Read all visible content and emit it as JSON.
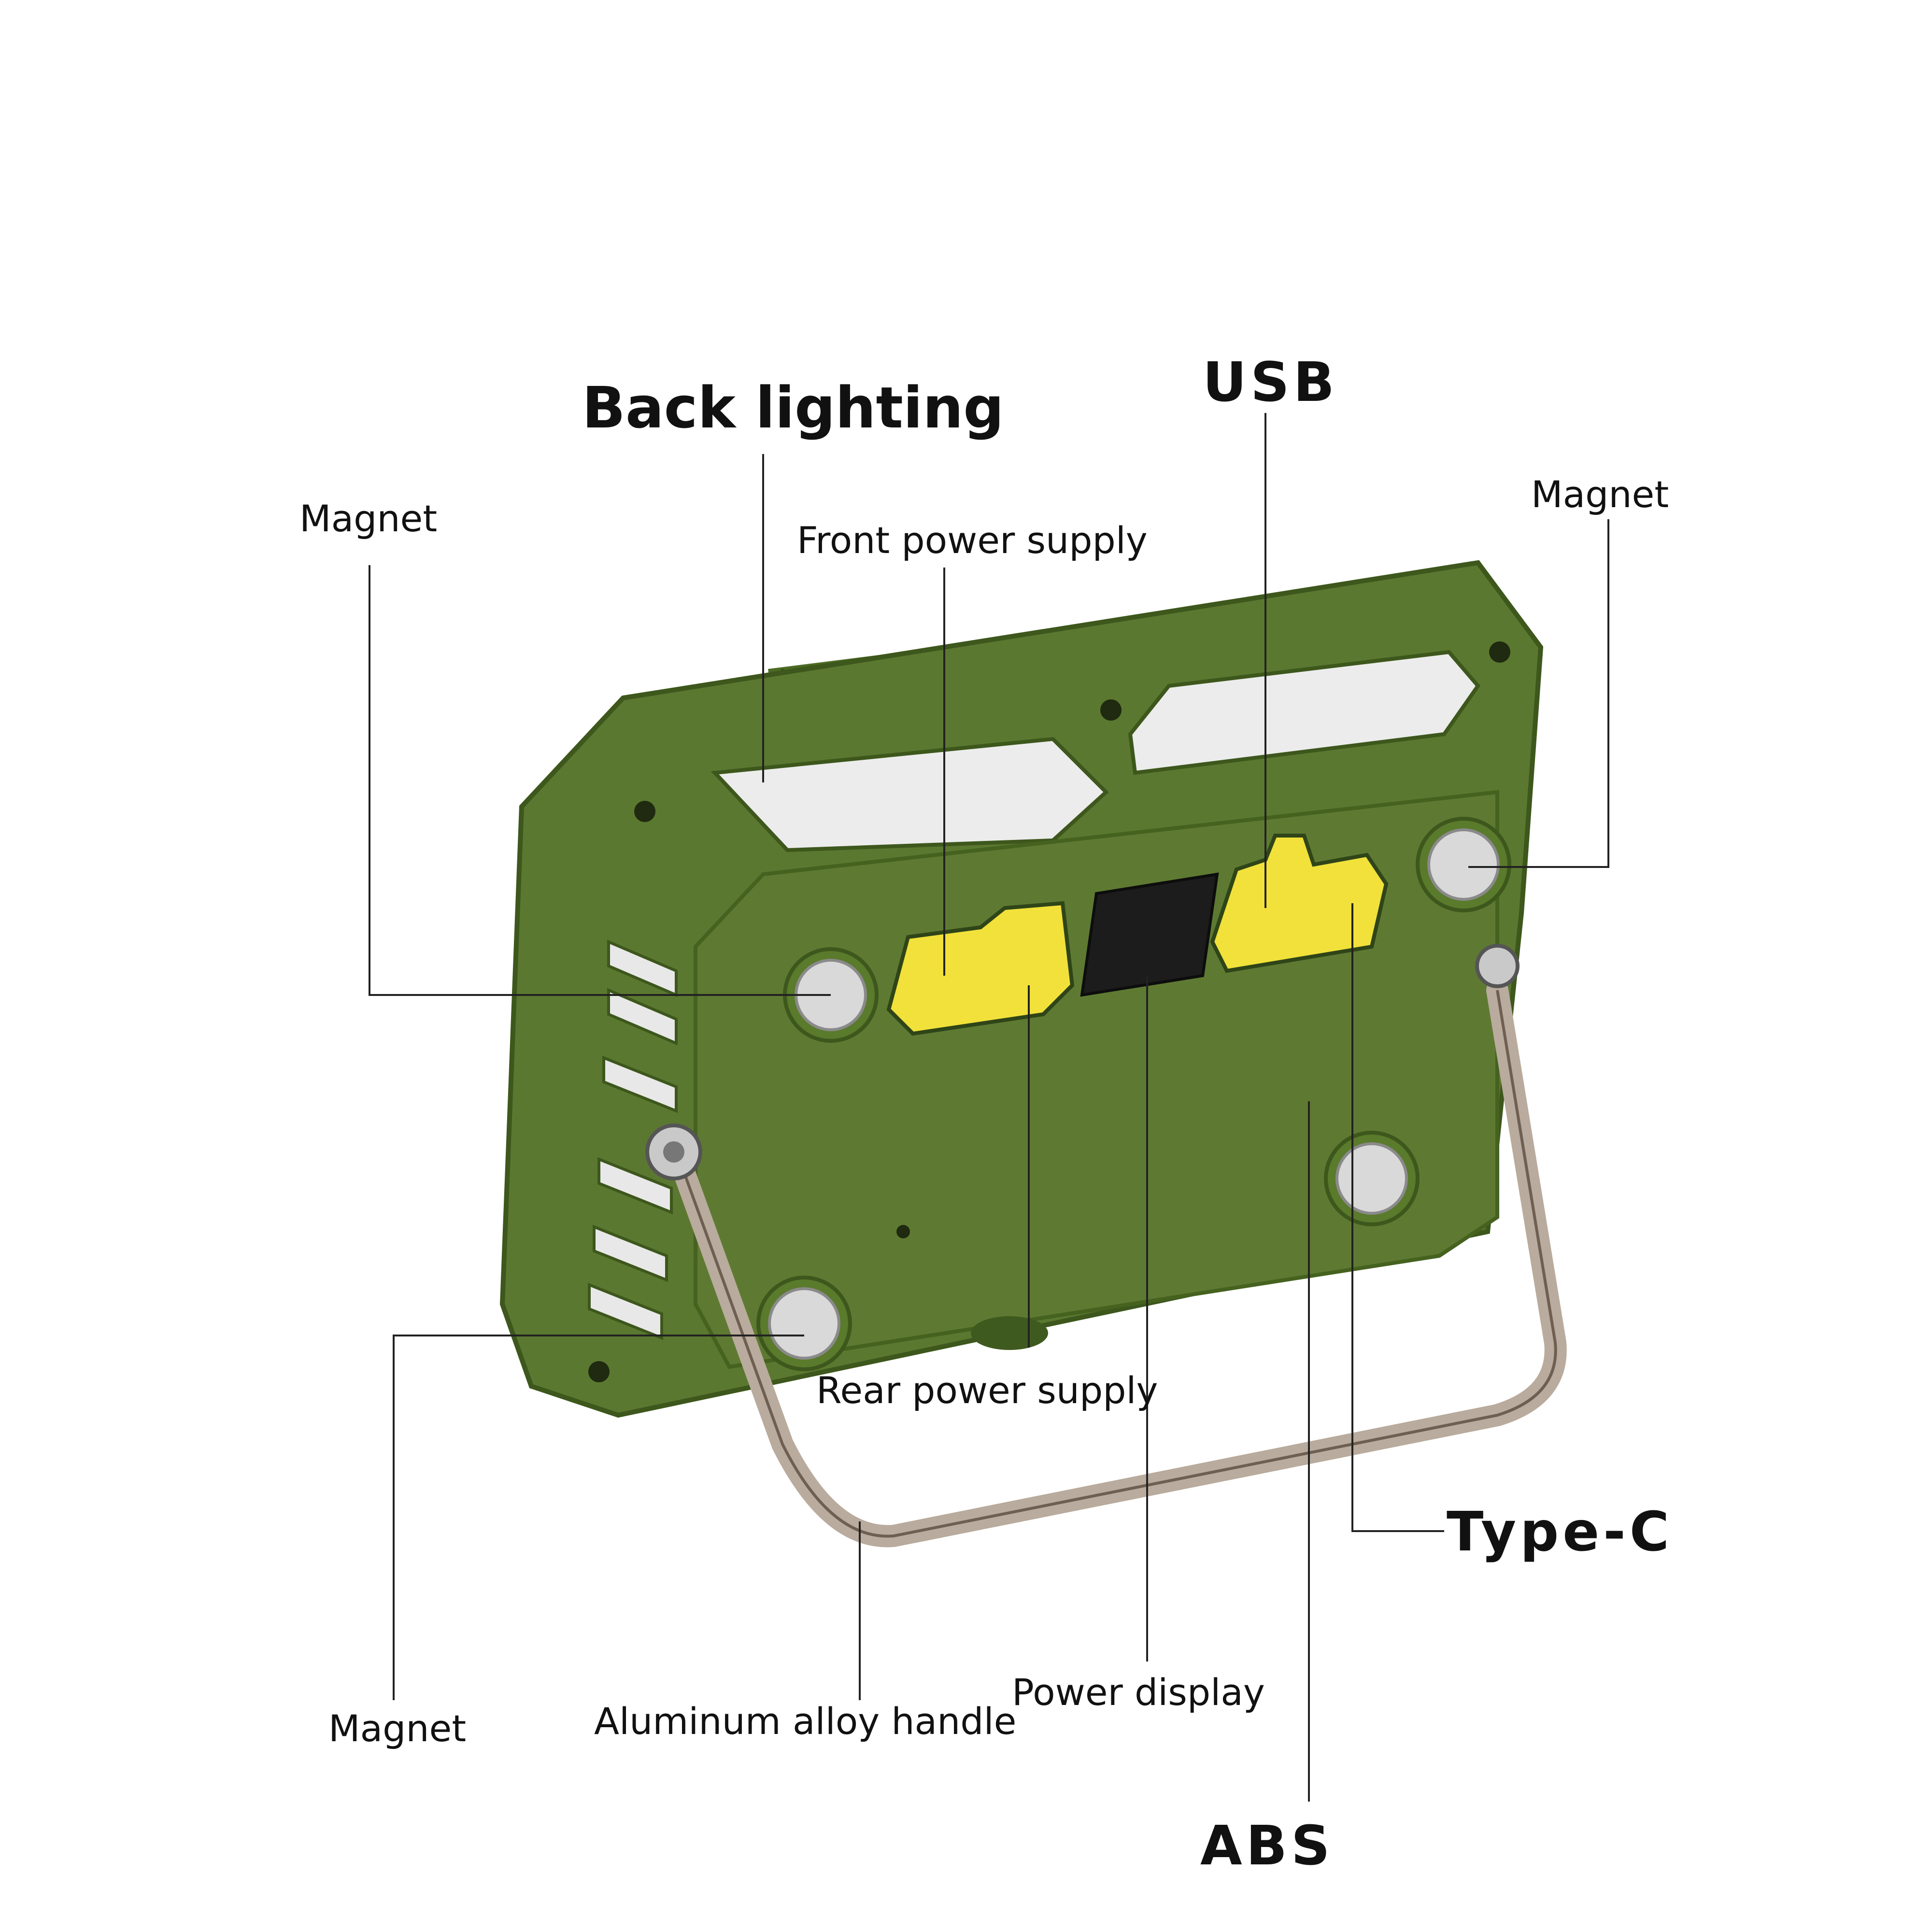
{
  "labels": {
    "magnet_top_left": "Magnet",
    "back_lighting": "Back lighting",
    "front_power_supply": "Front power supply",
    "usb": "USB",
    "magnet_top_right": "Magnet",
    "rear_power_supply": "Rear power supply",
    "type_c": "Type-C",
    "magnet_bottom_left": "Magnet",
    "aluminum_handle": "Aluminum alloy handle",
    "power_display": "Power display",
    "abs": "ABS"
  },
  "colors": {
    "body_green": "#5e7a32",
    "body_dark_green": "#3f5a1f",
    "button_yellow": "#f0e23a",
    "handle_metal": "#b7a89a",
    "light_panel": "#eeeeee",
    "magnet_silver": "#d8d8d8",
    "display_black": "#1a1a1a"
  }
}
